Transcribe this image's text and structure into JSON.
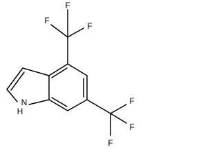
{
  "structure": {
    "atom_labels": {
      "f1": "F",
      "f2": "F",
      "f3": "F",
      "f4": "F",
      "f5": "F",
      "f6": "F",
      "nh": "N",
      "h": "H"
    },
    "colors": {
      "bond": "#000000",
      "label": "#000000",
      "background": "#ffffff"
    }
  }
}
